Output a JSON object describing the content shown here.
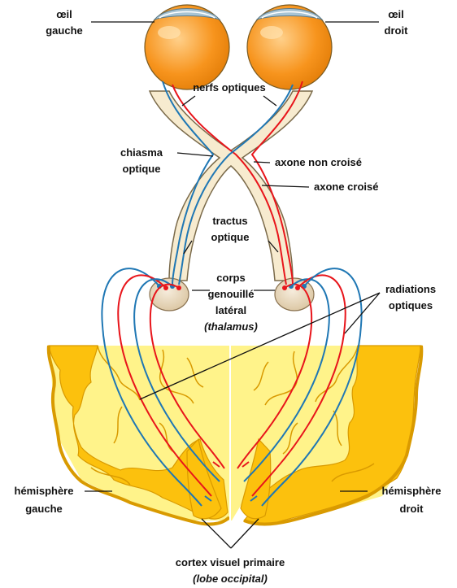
{
  "labels": {
    "left_eye": [
      "œil",
      "gauche"
    ],
    "right_eye": [
      "œil",
      "droit"
    ],
    "optic_nerves": "nerfs optiques",
    "chiasm": [
      "chiasma",
      "optique"
    ],
    "uncrossed_axon": "axone non croisé",
    "crossed_axon": "axone croisé",
    "optic_tract": [
      "tractus",
      "optique"
    ],
    "lgn": [
      "corps",
      "genouillé",
      "latéral"
    ],
    "thalamus": "(thalamus)",
    "optic_radiations": [
      "radiations",
      "optiques"
    ],
    "left_hemisphere": [
      "hémisphère",
      "gauche"
    ],
    "right_hemisphere": [
      "hémisphère",
      "droit"
    ],
    "cortex": "cortex visuel primaire",
    "lobe": "(lobe occipital)"
  },
  "colors": {
    "eyeball": "#f7941d",
    "cornea": "#a8c4d4",
    "nerve_fill": "#f7ebcf",
    "nerve_outline": "#7a6a4a",
    "axon_red": "#e8151b",
    "axon_blue": "#1f77b4",
    "lgn_fill": "#ead9bd",
    "cortex_inner": "#fff38a",
    "cortex_outer": "#fcc10d",
    "cortex_outline": "#d99a00"
  }
}
